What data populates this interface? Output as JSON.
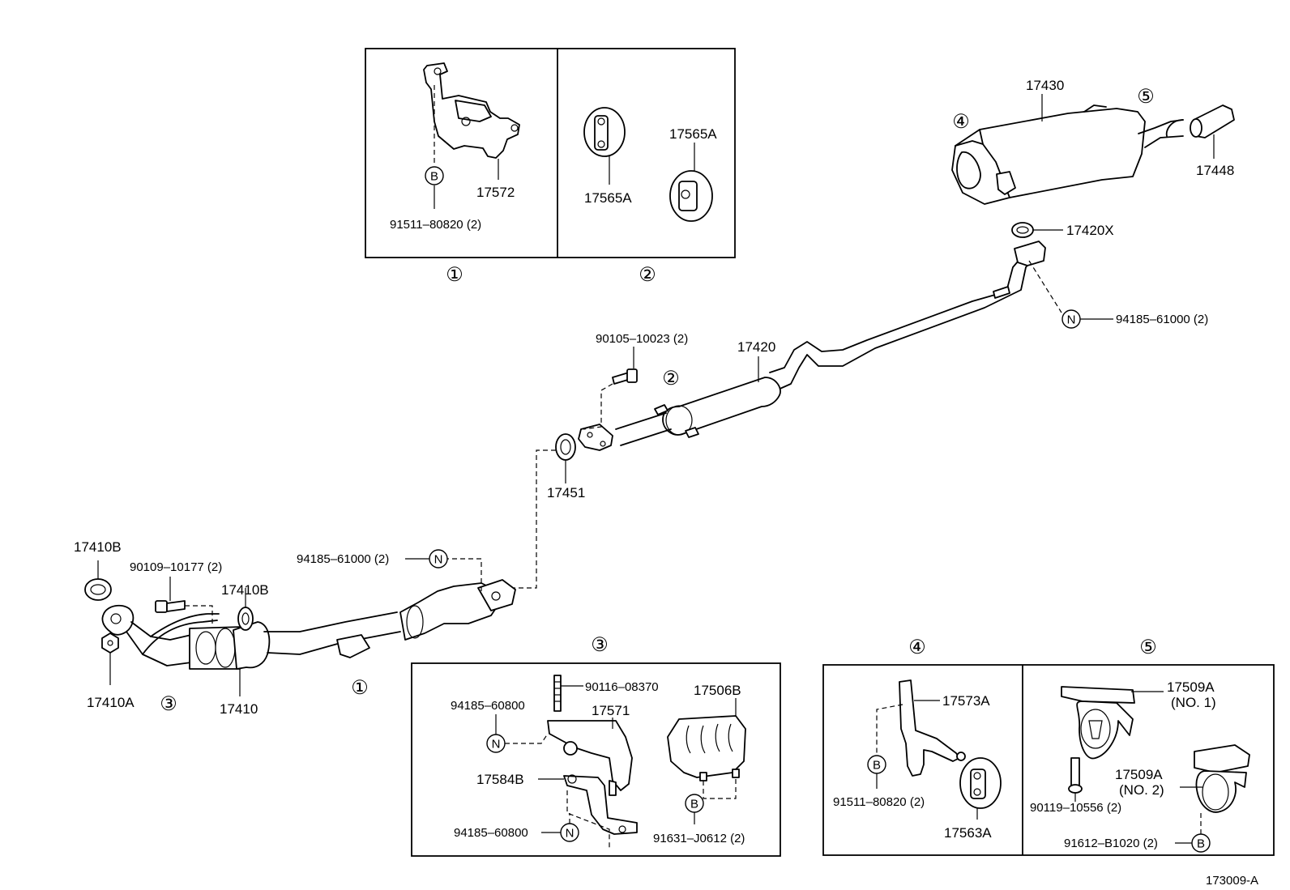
{
  "diagram_code": "173009-A",
  "refs": {
    "r1": "①",
    "r2": "②",
    "r3": "③",
    "r4": "④",
    "r5": "⑤"
  },
  "symbols": {
    "b": "B",
    "n": "N"
  },
  "box1": {
    "part_bracket": "17572",
    "bolt": "91511–80820 (2)"
  },
  "box2": {
    "hanger_a": "17565A",
    "hanger_b": "17565A"
  },
  "main": {
    "muffler": "17430",
    "tail_tip": "17448",
    "gasket_rear": "17420X",
    "nut_rear": "94185–61000 (2)",
    "center_pipe": "17420",
    "bolt_center": "90105–10023 (2)",
    "gasket_center": "17451",
    "nut_front": "94185–61000 (2)",
    "gasket_17410b_a": "17410B",
    "bolt_front": "90109–10177 (2)",
    "gasket_17410b_b": "17410B",
    "nut_17410a": "17410A",
    "front_pipe": "17410"
  },
  "box3": {
    "stud": "90116–08370",
    "heat_insulator": "17506B",
    "nut_top": "94185–60800",
    "bracket": "17571",
    "bracket_lower": "17584B",
    "nut_bottom": "94185–60800",
    "bolt": "91631–J0612 (2)"
  },
  "box4": {
    "bracket": "17573A",
    "bolt": "91511–80820 (2)",
    "hanger": "17563A"
  },
  "box5": {
    "mount1": "17509A",
    "mount1_sub": "(NO. 1)",
    "mount2": "17509A",
    "mount2_sub": "(NO. 2)",
    "bolt_a": "90119–10556 (2)",
    "bolt_b": "91612–B1020 (2)"
  }
}
